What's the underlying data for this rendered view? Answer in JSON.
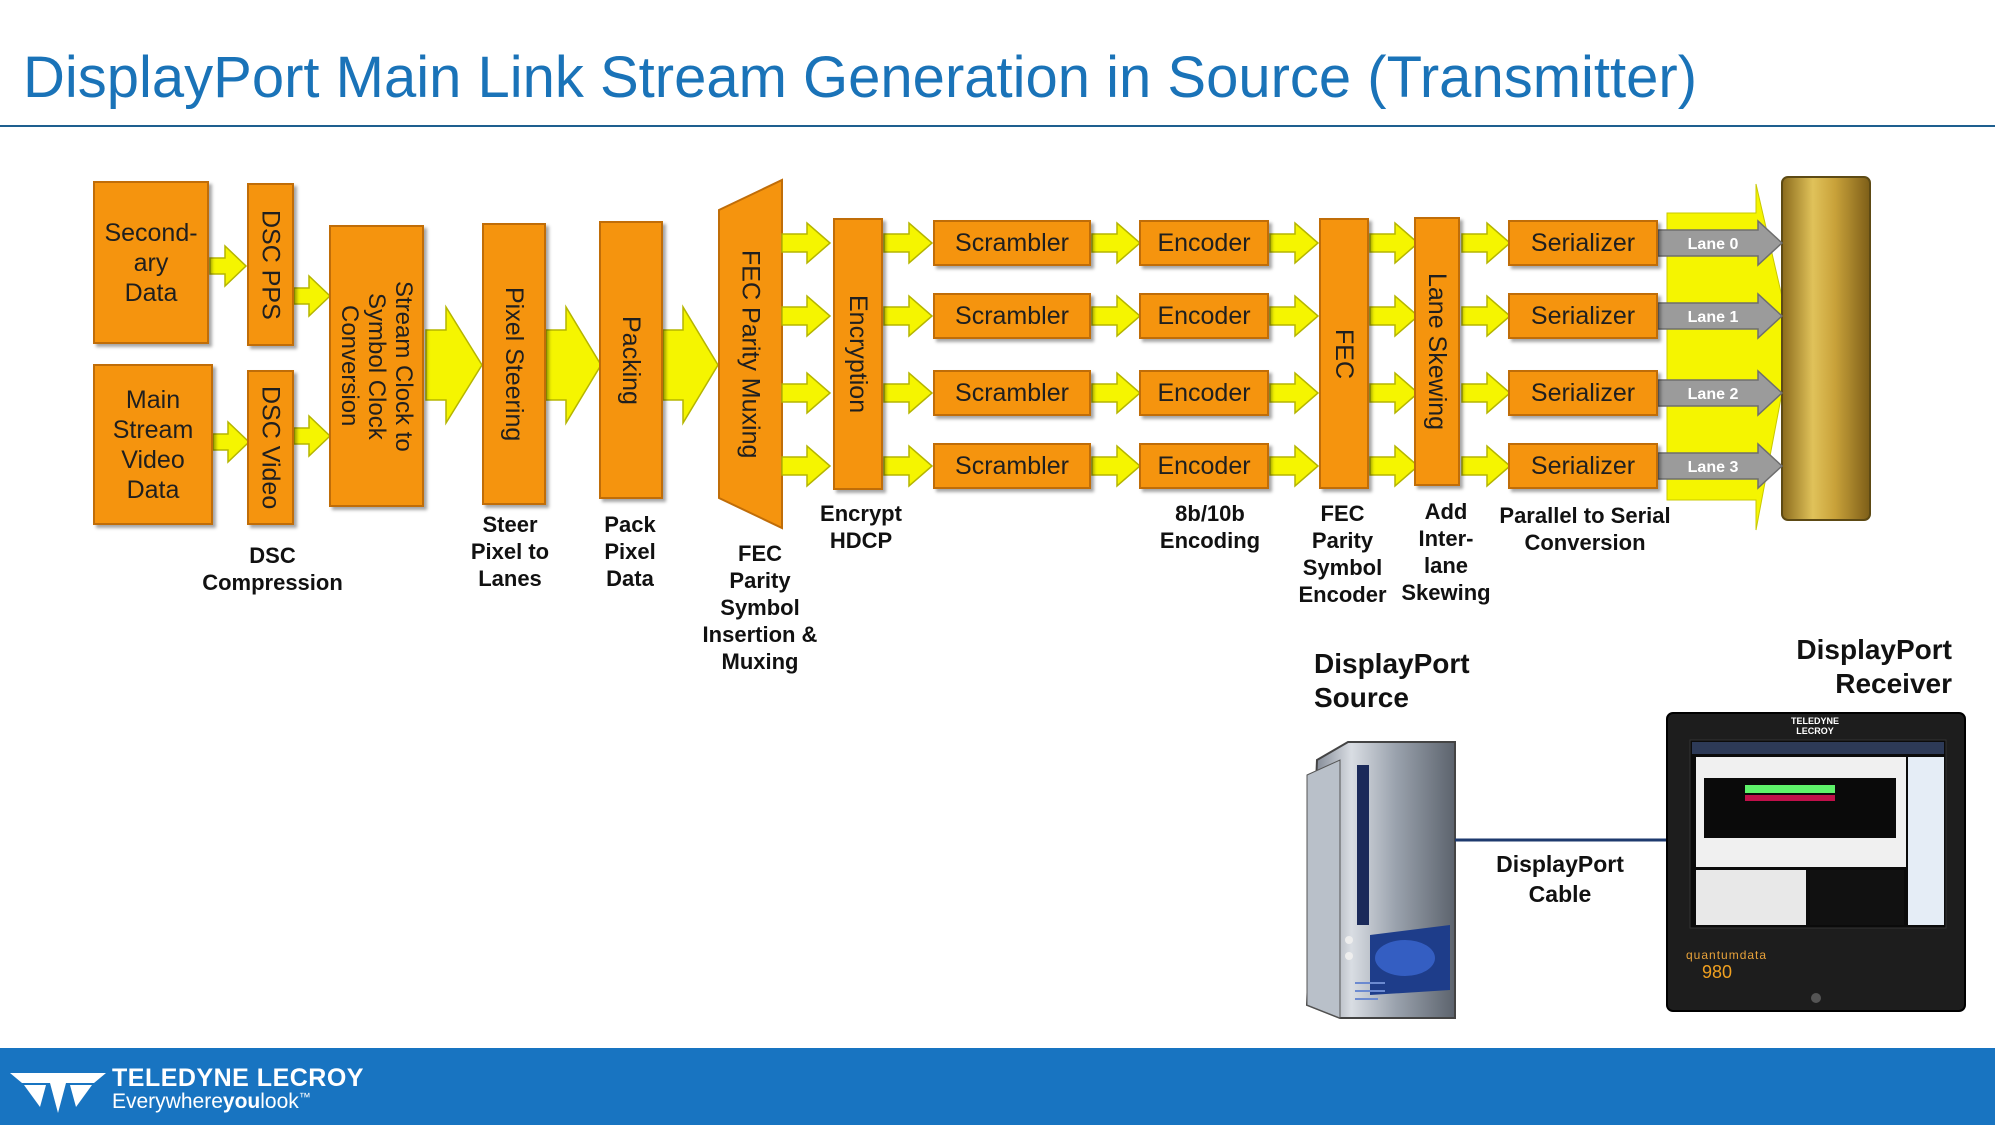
{
  "slide": {
    "title": "DisplayPort Main Link Stream Generation in Source (Transmitter)"
  },
  "blocks": {
    "secondary_data": "Second-\nary\nData",
    "main_stream": "Main\nStream\nVideo\nData",
    "dsc_pps": "DSC PPS",
    "dsc_video": "DSC Video",
    "clock_conversion": "Stream Clock to\nSymbol Clock\nConversion",
    "pixel_steering": "Pixel Steering",
    "packing": "Packing",
    "fec_muxing": "FEC Parity Muxing",
    "encryption": "Encryption",
    "scrambler": "Scrambler",
    "encoder": "Encoder",
    "fec": "FEC",
    "lane_skewing": "Lane Skewing",
    "serializer": "Serializer"
  },
  "lanes": [
    "Lane 0",
    "Lane 1",
    "Lane 2",
    "Lane 3"
  ],
  "captions": {
    "dsc": "DSC\nCompression",
    "steer": "Steer\nPixel to\nLanes",
    "pack": "Pack\nPixel\nData",
    "fec_parity": "FEC\nParity\nSymbol\nInsertion &\nMuxing",
    "encrypt": "Encrypt\nHDCP",
    "encoding": "8b/10b\nEncoding",
    "fec_encoder": "FEC\nParity\nSymbol\nEncoder",
    "skewing": "Add\nInter-\nlane\nSkewing",
    "serial": "Parallel to Serial\nConversion"
  },
  "devices": {
    "source_label": "DisplayPort\nSource",
    "receiver_label": "DisplayPort\nReceiver",
    "cable_label": "DisplayPort\nCable",
    "receiver_brand": "TELEDYNE\nLECROY",
    "receiver_product": "quantumdata",
    "receiver_model": "980"
  },
  "footer": {
    "brand": "TELEDYNE LECROY",
    "tagline_pre": "Everywhere",
    "tagline_bold": "you",
    "tagline_post": "look",
    "tagline_mark": "™"
  },
  "colors": {
    "block_fill": "#f5940e",
    "arrow_fill": "#f5f500",
    "title_blue": "#1a73b8",
    "footer_blue": "#1874c1",
    "lane_arrow": "#9b9b9b",
    "gold_connector": "#c9a23a"
  }
}
